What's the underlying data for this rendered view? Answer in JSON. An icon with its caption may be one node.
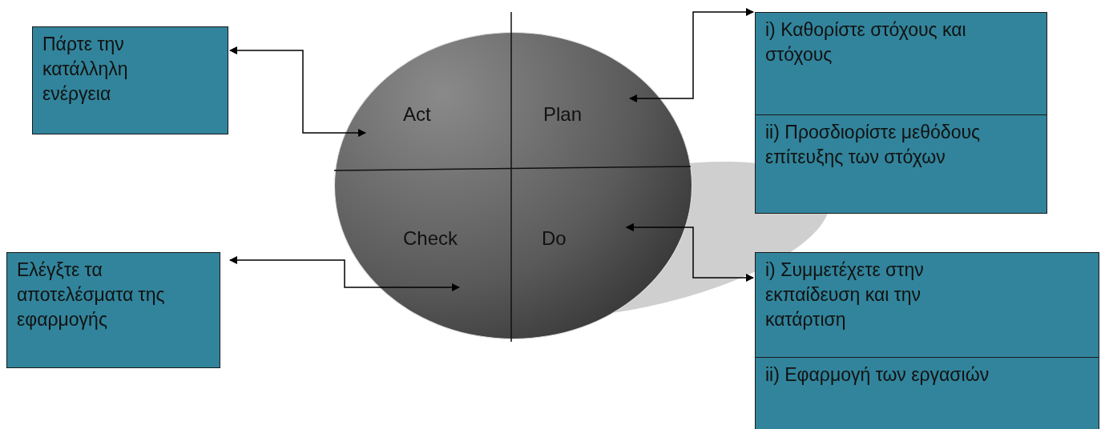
{
  "diagram": {
    "nodes": [
      {
        "text": [
          "Πάρτε την κατάλληλη ενέργεια"
        ]
      },
      {
        "text": [],
        "shape": "circle"
      },
      {
        "text": [
          "Act"
        ],
        "in": 1
      },
      {
        "text": [
          "Plan"
        ],
        "in": 1
      },
      {
        "text": [
          "i) Καθορίστε στόχους και στόχους",
          "ii) Προσδιορίστε μεθόδους επίτευξης των στόχων"
        ]
      },
      {
        "text": [
          "Check"
        ],
        "in": 1
      },
      {
        "text": [
          "Do"
        ],
        "in": 1
      },
      {
        "text": [
          "Ελέγξτε τα αποτελέσματα της εφαρμογής"
        ]
      },
      {
        "text": [
          "i) Συμμετέχετε στην εκπαίδευση και την κατάρτιση",
          "ii) Εφαρμογή των εργασιών"
        ]
      }
    ],
    "edges": [
      {
        "from": 0,
        "to": 2,
        "arrow": "both"
      },
      {
        "from": 3,
        "to": 4,
        "arrow": "both"
      },
      {
        "from": 7,
        "to": 5,
        "arrow": "both"
      },
      {
        "from": 6,
        "to": 8,
        "arrow": "both"
      }
    ]
  }
}
